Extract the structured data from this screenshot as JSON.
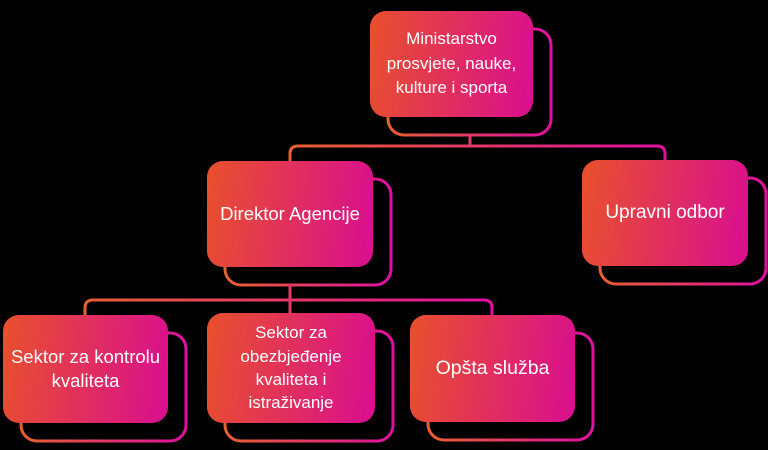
{
  "diagram": {
    "type": "org-chart",
    "colors": {
      "background": "#000000",
      "box_gradient_start": "#E8502C",
      "box_gradient_end": "#D90E90",
      "line_gradient_start": "#E8602F",
      "line_gradient_end": "#DF10A0",
      "text": "#FFFFFF"
    },
    "nodes": [
      {
        "id": "ministarstvo",
        "label": "Ministarstvo\nprosvjete, nauke,\nkulture i sporta"
      },
      {
        "id": "direktor-agencije",
        "label": "Direktor Agencije"
      },
      {
        "id": "upravni-odbor",
        "label": "Upravni odbor"
      },
      {
        "id": "sektor-za-kontrolu-kvaliteta",
        "label": "Sektor za kontrolu\nkvaliteta"
      },
      {
        "id": "sektor-za-obezbjedjenje",
        "label": "Sektor za\nobezbjeđenje\nkvaliteta i\nistraživanje"
      },
      {
        "id": "opsta-sluzba",
        "label": "Opšta služba"
      }
    ],
    "edges": [
      {
        "from": "ministarstvo",
        "to": "direktor-agencije"
      },
      {
        "from": "ministarstvo",
        "to": "upravni-odbor"
      },
      {
        "from": "direktor-agencije",
        "to": "sektor-za-kontrolu-kvaliteta"
      },
      {
        "from": "direktor-agencije",
        "to": "sektor-za-obezbjedjenje"
      },
      {
        "from": "direktor-agencije",
        "to": "opsta-sluzba"
      }
    ]
  }
}
